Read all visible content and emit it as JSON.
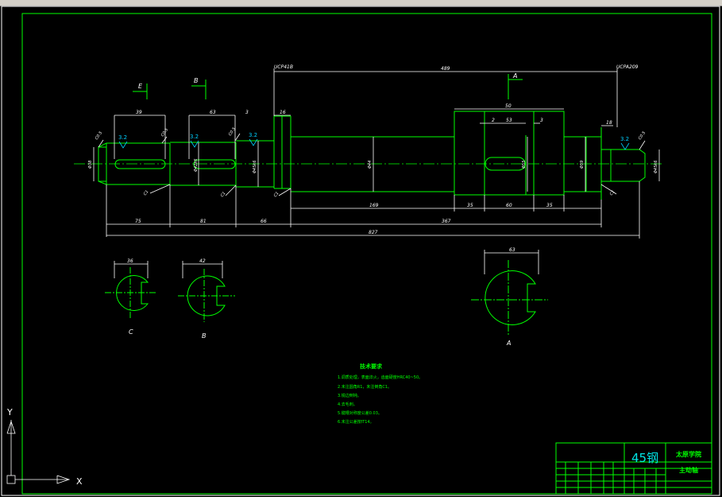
{
  "drawing": {
    "bearing_left": "UCP41B",
    "bearing_right": "UCPA209",
    "span_dim": "489",
    "sections": {
      "e": "E",
      "b": "B",
      "a": "A",
      "label_c": "C",
      "label_b": "B",
      "label_a": "A"
    },
    "dims_top": {
      "keyway_c": "39",
      "keyway_b": "63",
      "gap_b": "3",
      "shoulder": "16",
      "hub": "50",
      "gap_a1": "2",
      "keyway_a": "53",
      "gap_a2": "3",
      "shoulder_r": "18"
    },
    "roughness": [
      "3.2",
      "3.2",
      "3.2",
      "3.2"
    ],
    "chamfers": [
      "C0.5",
      "C0.5",
      "C0.5",
      "C0.5",
      "C0.5",
      "C1",
      "C1",
      "C1",
      "C1",
      "C0.5"
    ],
    "diameters": {
      "d_end_left": "Φ38",
      "d_b": "Φ42k6",
      "d_journal_left": "Φ45k6",
      "d_body": "Φ44",
      "d_a_seat": "Φ55",
      "d_right_collar": "Φ59",
      "d_journal_right": "Φ45k6"
    },
    "dims_bottom": {
      "seg1": "75",
      "seg2": "81",
      "seg3": "66",
      "seg4": "169",
      "seg5": "35",
      "seg6": "60",
      "seg7": "35",
      "seg8": "367",
      "total": "827"
    },
    "section_dims": {
      "c": "36",
      "b": "42",
      "a": "63"
    },
    "tech_req": {
      "title": "技术要求",
      "items": [
        "1.调质处理，表面淬火，齿面硬度HRC40~50。",
        "2.未注圆角R1，未注倒角C1。",
        "3.锐边倒钝。",
        "4.去毛刺。",
        "5.键槽对称度公差0.03。",
        "6.未注公差按IT14。"
      ]
    },
    "title_block": {
      "material": "45钢",
      "school": "太原学院",
      "part_name": "主动轴"
    }
  },
  "colors": {
    "background": "#000000",
    "line": "#00ff00",
    "dimension": "#ffffff",
    "roughness": "#00d0ff"
  },
  "ucs": {
    "x_label": "X",
    "y_label": "Y"
  }
}
